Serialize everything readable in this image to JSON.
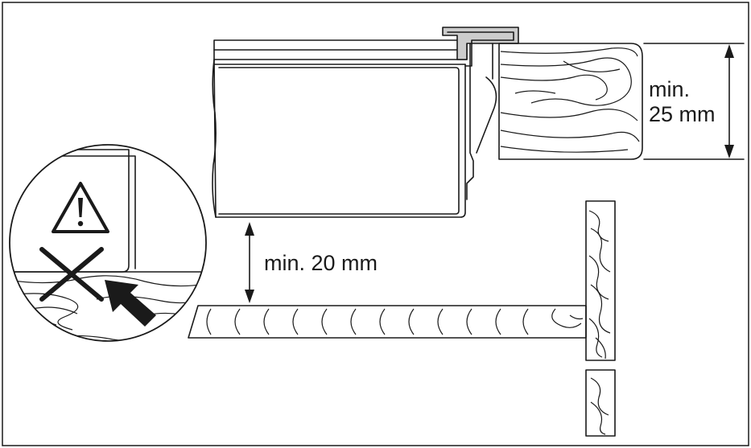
{
  "labels": {
    "min_25_line1": "min.",
    "min_25_line2": "25 mm",
    "min_20": "min. 20 mm"
  },
  "icons": [
    "warning-triangle-icon",
    "prohibited-cross-icon",
    "pointer-arrow-icon"
  ],
  "colors": {
    "line": "#1a1a1a",
    "background": "#ffffff",
    "trim_fill": "#cccccc"
  }
}
